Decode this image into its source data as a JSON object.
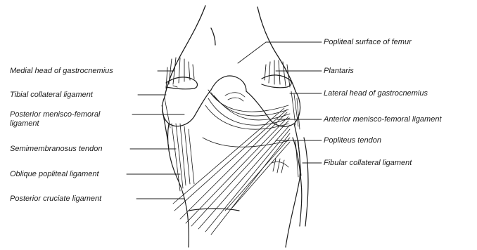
{
  "labels_left": [
    {
      "text": "Medial head of gastrocnemius"
    },
    {
      "text": "Tibial collateral ligament"
    },
    {
      "text": "Posterior menisco-femoral ligament"
    },
    {
      "text": "Semimembranosus tendon"
    },
    {
      "text": "Oblique popliteal ligament"
    },
    {
      "text": "Posterior cruciate ligament"
    }
  ],
  "labels_right": [
    {
      "text": "Popliteal surface of femur"
    },
    {
      "text": "Plantaris"
    },
    {
      "text": "Lateral head of gastrocnemius"
    },
    {
      "text": "Anterior menisco-femoral ligament"
    },
    {
      "text": "Popliteus tendon"
    },
    {
      "text": "Fibular collateral ligament"
    }
  ],
  "colors": {
    "ink": "#1c1c1c",
    "background": "#ffffff"
  }
}
